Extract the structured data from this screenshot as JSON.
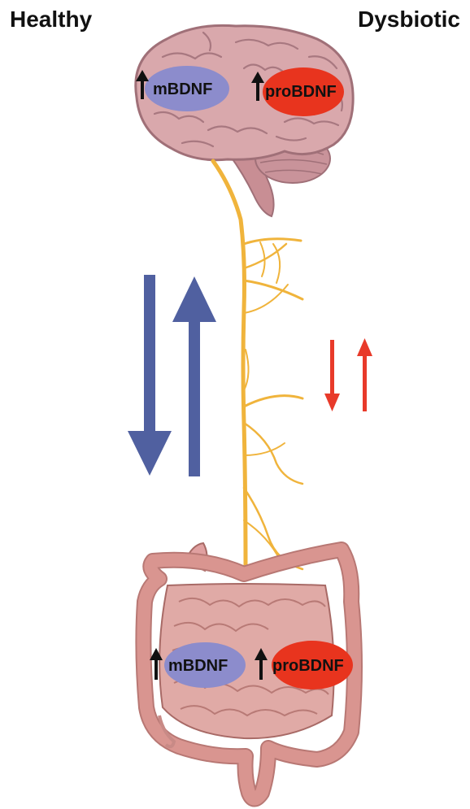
{
  "header": {
    "left_label": "Healthy",
    "right_label": "Dysbiotic"
  },
  "brain": {
    "left_marker": {
      "label": "mBDNF",
      "arrow": "up-arrow-icon"
    },
    "right_marker": {
      "label": "proBDNF",
      "arrow": "up-arrow-icon"
    }
  },
  "gut": {
    "left_marker": {
      "label": "mBDNF",
      "arrow": "up-arrow-icon"
    },
    "right_marker": {
      "label": "proBDNF",
      "arrow": "up-arrow-icon"
    }
  },
  "colors": {
    "healthy_arrows": "#5060a0",
    "dysbiotic_arrows": "#e83a2a",
    "mbdnf_fill": "#8c8ccc",
    "probdnf_fill": "#e8341e",
    "nerve": "#f0b43c",
    "brain_fill": "#d9a8ac",
    "brain_stroke": "#a07078",
    "gut_fill": "#d99590",
    "gut_stroke": "#a86a66"
  }
}
